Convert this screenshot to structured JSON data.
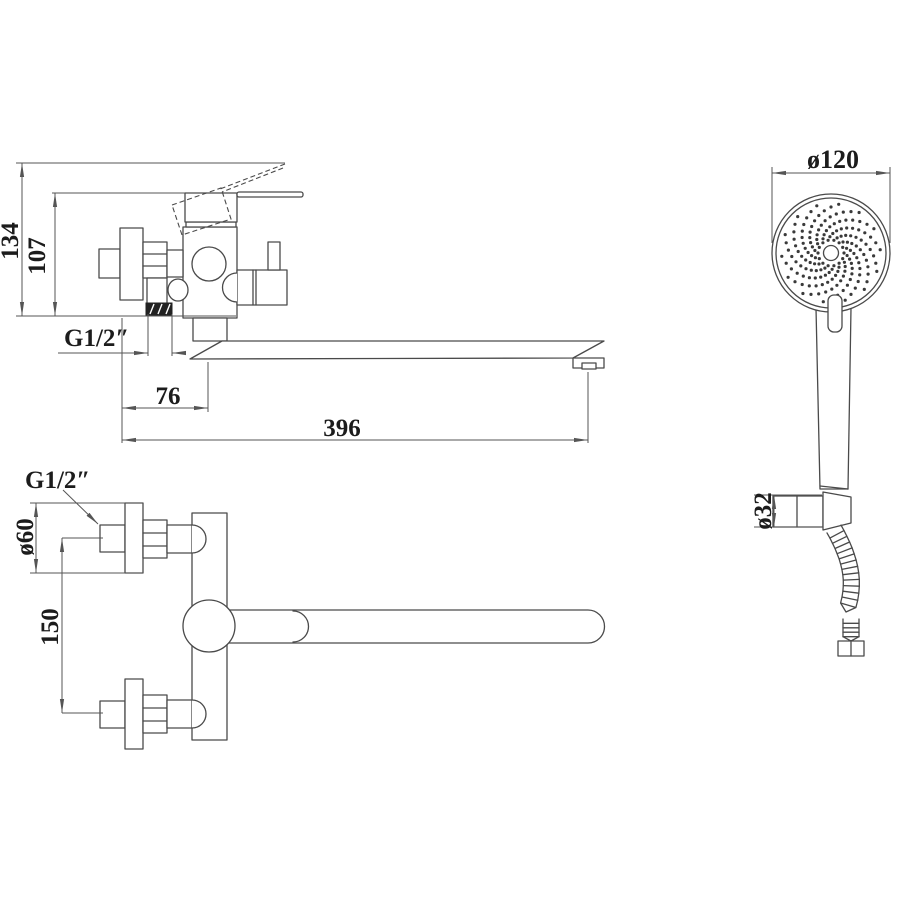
{
  "colors": {
    "line": "#4a4a4a",
    "dimension_line": "#555555",
    "text": "#1c1c1c",
    "thread_fill": "#222222",
    "background": "#ffffff"
  },
  "side_view": {
    "label_total_height": "134",
    "label_spout_height": "107",
    "label_inlet_thread": "G1/2″",
    "label_wall_to_spout_axis": "76",
    "label_spout_reach": "396"
  },
  "front_view": {
    "label_inlet_thread": "G1/2″",
    "label_escutcheon_diameter": "ø60",
    "label_inlet_centers": "150"
  },
  "shower": {
    "label_head_diameter": "ø120",
    "label_holder_diameter": "ø32"
  }
}
